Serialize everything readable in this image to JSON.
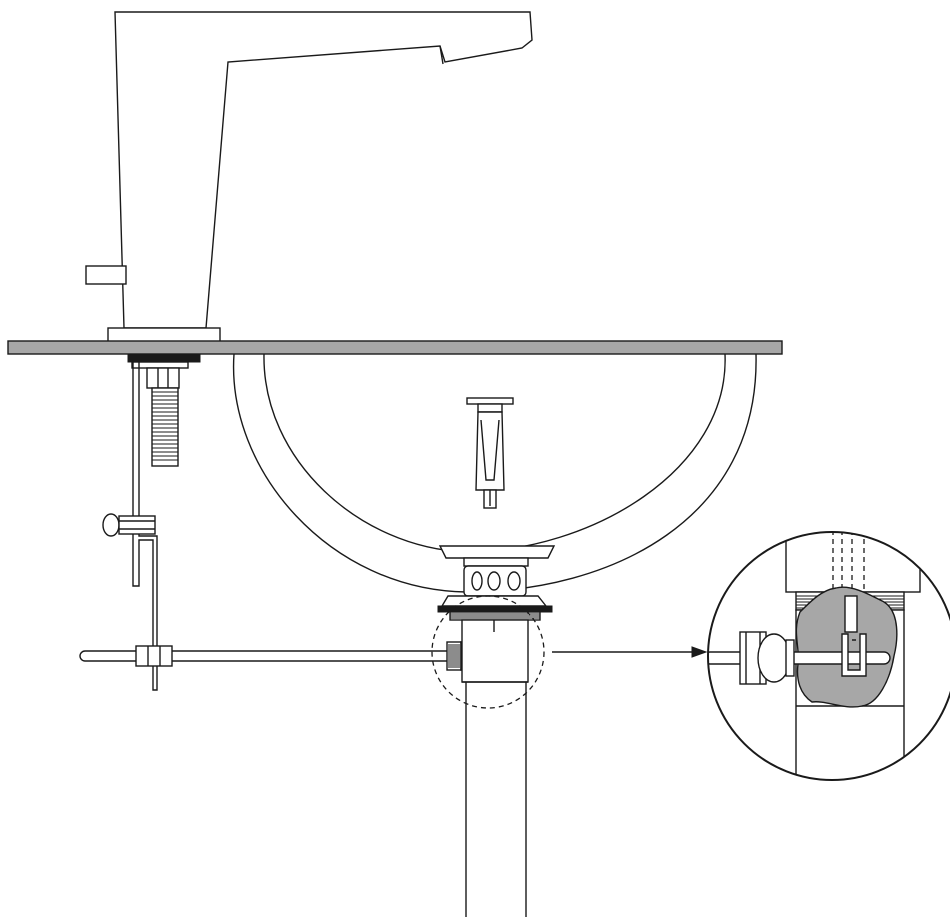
{
  "diagram": {
    "components": [
      "faucet-spout",
      "countertop",
      "faucet-mounting-shank",
      "lift-rod",
      "lift-rod-clamp",
      "sink-bowl",
      "pop-up-stopper",
      "drain-flange",
      "drain-body",
      "pivot-rod",
      "tailpiece",
      "detail-magnifier"
    ],
    "colors": {
      "line": "#1a1a1a",
      "countertop_fill": "#a7a7a7",
      "cutaway_fill": "#a7a7a7",
      "background": "#ffffff"
    }
  }
}
